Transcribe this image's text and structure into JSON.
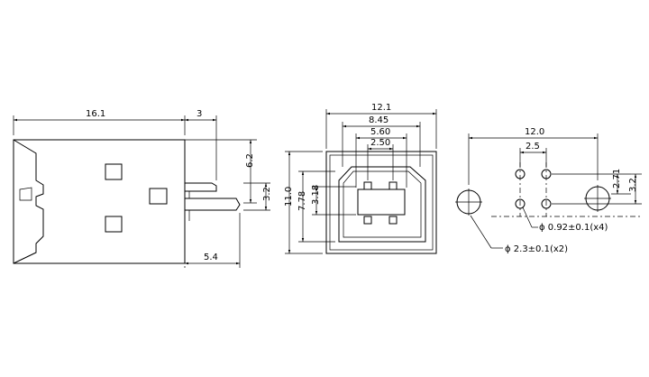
{
  "side_view": {
    "length": "16.1",
    "lead_ext": "3",
    "height_62": "6.2",
    "height_32": "3.2",
    "lead_len": "5.4"
  },
  "front_view": {
    "w121": "12.1",
    "w845": "8.45",
    "w560": "5.60",
    "w250": "2.50",
    "h110": "11.0",
    "h778": "7.78",
    "h318": "3.18"
  },
  "pcb_view": {
    "w120": "12.0",
    "w25": "2.5",
    "h271": "2.71",
    "h32": "3.2",
    "pin_hole": "ϕ 0.92±0.1(x4)",
    "mount_hole": "ϕ 2.3±0.1(x2)"
  }
}
